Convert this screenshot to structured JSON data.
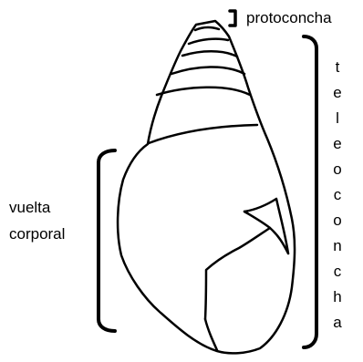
{
  "diagram": {
    "labels": {
      "protoconcha": "protoconcha",
      "teleoconcha_letters": [
        "t",
        "e",
        "l",
        "e",
        "o",
        "c",
        "o",
        "n",
        "c",
        "h",
        "a"
      ],
      "vuelta_line1": "vuelta",
      "vuelta_line2": "corporal"
    },
    "colors": {
      "stroke": "#000000",
      "background": "#ffffff"
    }
  }
}
